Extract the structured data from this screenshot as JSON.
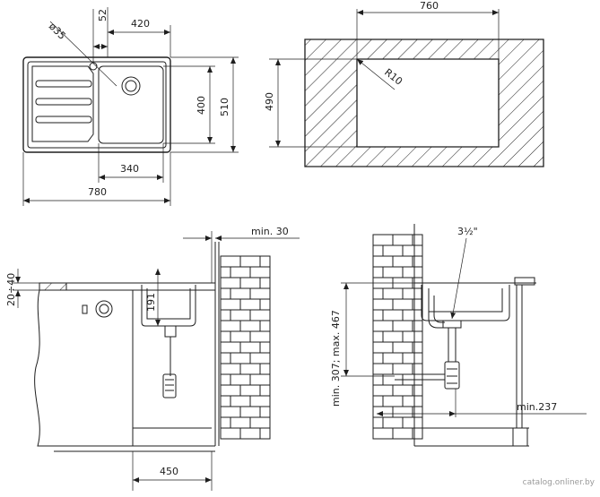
{
  "top_left_view": {
    "dim_420": "420",
    "dim_52": "52",
    "dim_35": "ø35",
    "dim_400": "400",
    "dim_510": "510",
    "dim_340": "340",
    "dim_780": "780"
  },
  "top_right_view": {
    "dim_760": "760",
    "dim_490": "490",
    "radius": "R10"
  },
  "bottom_left_view": {
    "dim_min30": "min. 30",
    "dim_20_40": "20÷40",
    "dim_191": "191",
    "dim_450": "450"
  },
  "bottom_right_view": {
    "dim_pipe": "3½\"",
    "dim_height_range": "min. 307; max. 467",
    "dim_min237": "min.237"
  },
  "watermark": "catalog.onliner.by"
}
